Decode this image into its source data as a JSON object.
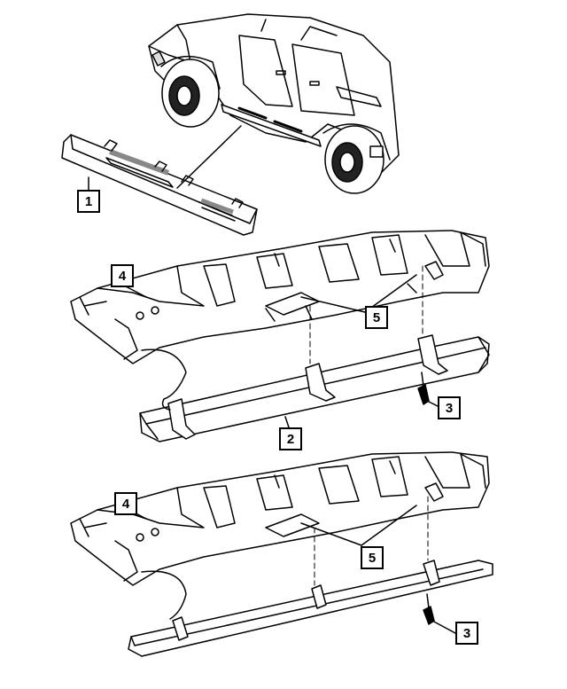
{
  "diagram": {
    "callouts": [
      {
        "id": "c1",
        "label": "1"
      },
      {
        "id": "c4a",
        "label": "4"
      },
      {
        "id": "c5a",
        "label": "5"
      },
      {
        "id": "c3a",
        "label": "3"
      },
      {
        "id": "c2",
        "label": "2"
      },
      {
        "id": "c4b",
        "label": "4"
      },
      {
        "id": "c5b",
        "label": "5"
      },
      {
        "id": "c3b",
        "label": "3"
      }
    ]
  }
}
